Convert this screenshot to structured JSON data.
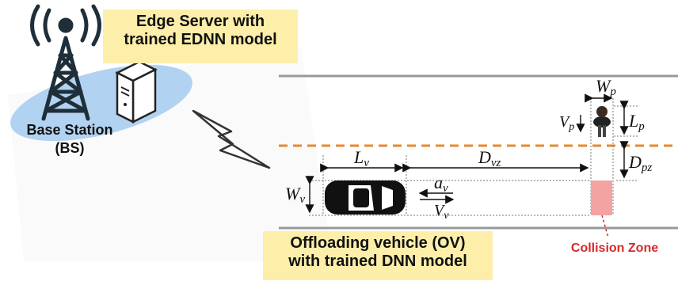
{
  "edge_server": {
    "line1": "Edge Server with",
    "line2": "trained EDNN model"
  },
  "base_station": {
    "line1": "Base Station",
    "line2": "(BS)"
  },
  "vehicle": {
    "line1": "Offloading vehicle (OV)",
    "line2": "with trained DNN model"
  },
  "collision_zone": {
    "label": "Collision Zone",
    "color": "#f4a3a3",
    "text_color": "#d42a2a"
  },
  "symbols": {
    "L": "L",
    "v": "v",
    "W": "W",
    "D": "D",
    "vz": "vz",
    "pz": "pz",
    "p": "p",
    "V": "V",
    "a": "a"
  },
  "colors": {
    "road_edge": "#999999",
    "center_line": "#e58a2e",
    "ellipse": "#a9cdee",
    "label_bg": "#fdeeaa",
    "tower": "#1f2f3a"
  }
}
